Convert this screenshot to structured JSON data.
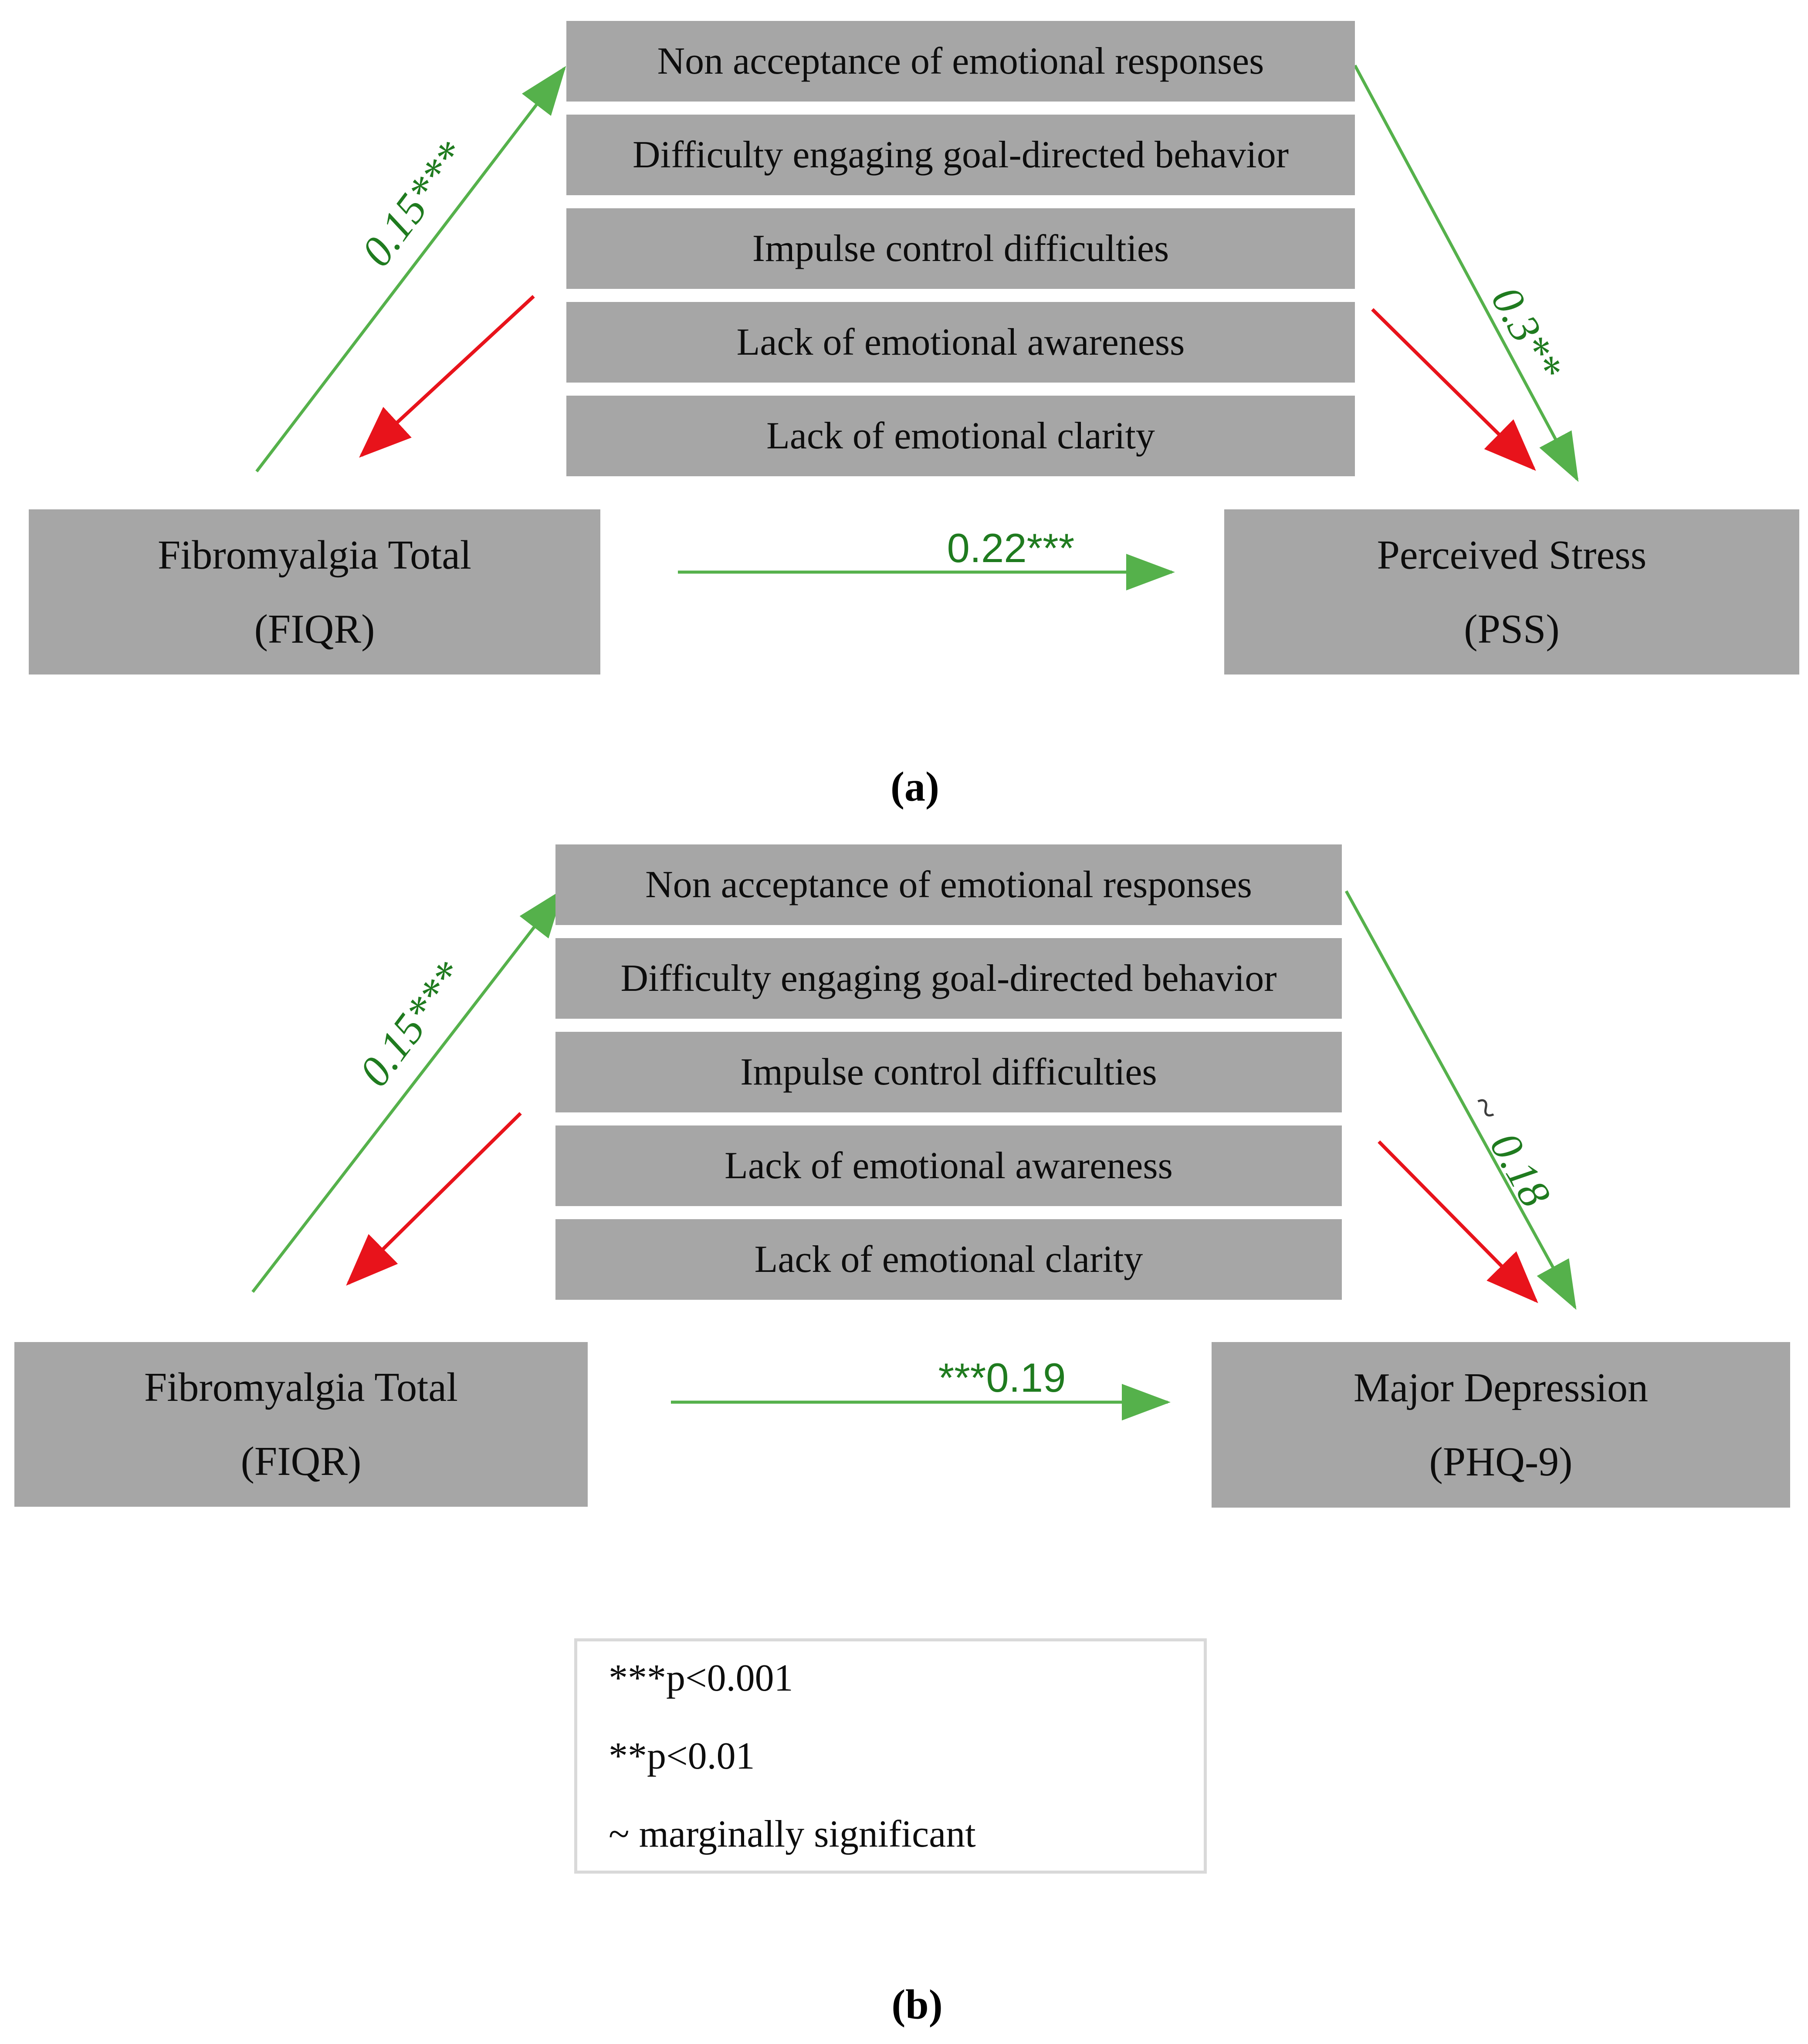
{
  "colors": {
    "box_fill": "#a6a6a6",
    "box_text": "#000000",
    "green_arrow": "#55b14b",
    "green_label": "#1f7b1f",
    "red_arrow": "#e8131b",
    "tilde_color": "#3d3d3d",
    "legend_border": "#d9d9d9"
  },
  "panel_a": {
    "caption": "(a)",
    "mediators": [
      "Non acceptance of emotional responses",
      "Difficulty engaging goal-directed behavior",
      "Impulse control difficulties",
      "Lack of emotional awareness",
      "Lack of emotional clarity"
    ],
    "predictor": {
      "name": "Fibromyalgia Total",
      "measure": "(FIQR)"
    },
    "outcome": {
      "name": "Perceived Stress",
      "measure": "(PSS)"
    },
    "path_to_mediators_label": "0.15***",
    "path_from_mediators_label": "0.3**",
    "direct_path_label": "0.22***"
  },
  "panel_b": {
    "caption": "(b)",
    "mediators": [
      "Non acceptance of emotional responses",
      "Difficulty engaging goal-directed behavior",
      "Impulse control difficulties",
      "Lack of emotional awareness",
      "Lack of emotional clarity"
    ],
    "predictor": {
      "name": "Fibromyalgia Total",
      "measure": "(FIQR)"
    },
    "outcome": {
      "name": "Major Depression",
      "measure": "(PHQ-9)"
    },
    "path_to_mediators_label": "0.15***",
    "path_from_mediators_prefix": "~",
    "path_from_mediators_value": "0.18",
    "direct_path_label": "***0.19"
  },
  "legend": {
    "items": [
      "***p<0.001",
      "**p<0.01",
      "~ marginally significant"
    ]
  }
}
